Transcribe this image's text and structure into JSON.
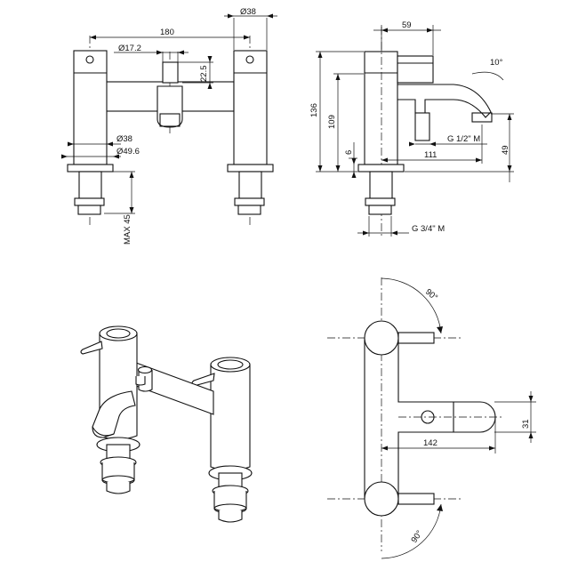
{
  "front_view": {
    "dim_180": "180",
    "dim_dia38_top": "Ø38",
    "dim_dia17": "Ø17.2",
    "dim_22_5": "22.5",
    "dim_dia38_low": "Ø38",
    "dim_dia49": "Ø49.6",
    "dim_max45": "MAX 45"
  },
  "side_view": {
    "dim_59": "59",
    "dim_10deg": "10°",
    "dim_136": "136",
    "dim_109": "109",
    "dim_6": "6",
    "dim_g12": "G 1/2\" M",
    "dim_111": "111",
    "dim_49": "49",
    "dim_g34": "G 3/4\" M"
  },
  "plan_view": {
    "dim_90_top": "90°",
    "dim_90_bottom": "90°",
    "dim_31": "31",
    "dim_142": "142"
  }
}
